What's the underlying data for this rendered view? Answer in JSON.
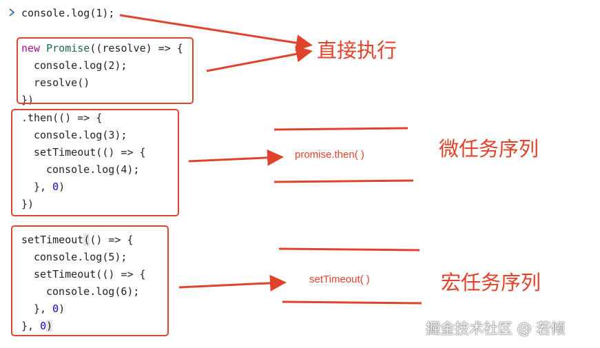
{
  "code_lines": {
    "l1": "console.log(1);",
    "l2_kw": "new",
    "l2_cls": "Promise",
    "l2_rest_a": "((",
    "l2_param": "resolve",
    "l2_rest_b": ") => {",
    "l3": "console.log(2);",
    "l4": "resolve()",
    "l5": "})",
    "l6": ".then(() => {",
    "l7": "console.log(3);",
    "l8": "setTimeout(() => {",
    "l9": "console.log(4);",
    "l10_a": "}, ",
    "l10_num": "0",
    "l10_b": ")",
    "l11": "})",
    "l12_a": "setTimeout",
    "l12_hl": "(",
    "l12_b": "() => {",
    "l13": "console.log(5);",
    "l14": "setTimeout(() => {",
    "l15": "console.log(6);",
    "l16_a": "}, ",
    "l16_num": "0",
    "l16_b": ")",
    "l17_a": "}, ",
    "l17_num": "0",
    "l17_hl": ")"
  },
  "annotations": {
    "direct": "直接执行",
    "micro": "微任务序列",
    "macro": "宏任务序列",
    "micro_item": "promise.then( )",
    "macro_item": "setTimeout( )"
  },
  "watermark": "掘金技术社区 @ 若倾",
  "colors": {
    "accent": "#e0432c",
    "keyword": "#aa0d91",
    "class": "#1a6a4a",
    "number": "#1c00cf",
    "prompt": "#3d7ac6"
  },
  "icons": {
    "prompt": "chevron-right-icon"
  }
}
